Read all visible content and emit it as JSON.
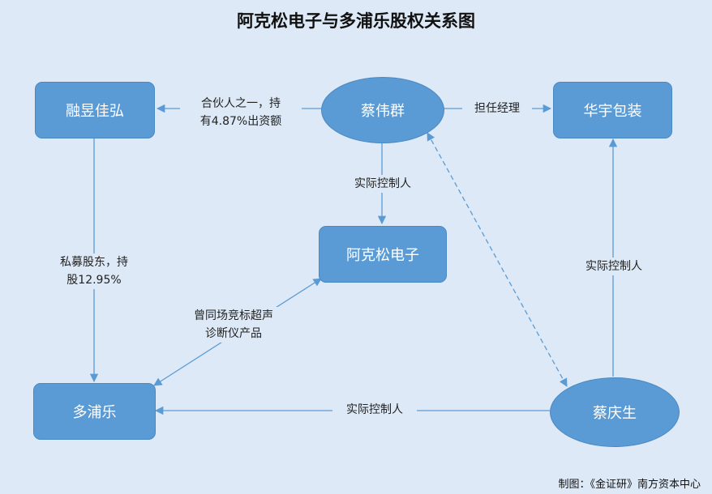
{
  "title": "阿克松电子与多浦乐股权关系图",
  "nodes": {
    "rongyujiahong": "融昱佳弘",
    "caiweiqun": "蔡伟群",
    "huayubaozhuang": "华宇包装",
    "akesong": "阿克松电子",
    "duopule": "多浦乐",
    "caiqingsheng": "蔡庆生"
  },
  "edges": {
    "partner": [
      "合伙人之一，持",
      "有4.87%出资额"
    ],
    "manager": "担任经理",
    "controller_akesong": "实际控制人",
    "private_equity": [
      "私募股东，持",
      "股12.95%"
    ],
    "controller_huayu": "实际控制人",
    "competition": [
      "曾同场竞标超声",
      "诊断仪产品"
    ],
    "controller_duopule": "实际控制人"
  },
  "credit": "制图：《金证研》南方资本中心",
  "colors": {
    "background": "#dde9f6",
    "node_fill": "#5b9bd5",
    "arrow": "#5b9bd5"
  }
}
